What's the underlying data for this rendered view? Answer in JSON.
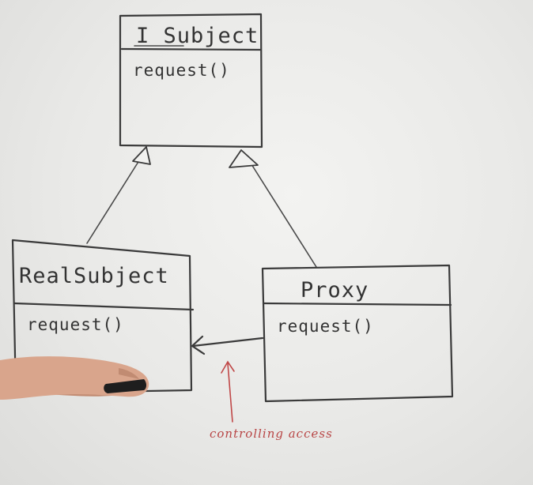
{
  "diagram": {
    "interface": {
      "title": "I Subject",
      "method": "request()"
    },
    "real_subject": {
      "title": "RealSubject",
      "method": "request()"
    },
    "proxy": {
      "title": "Proxy",
      "method": "request()"
    },
    "annotation": "controlling access"
  }
}
